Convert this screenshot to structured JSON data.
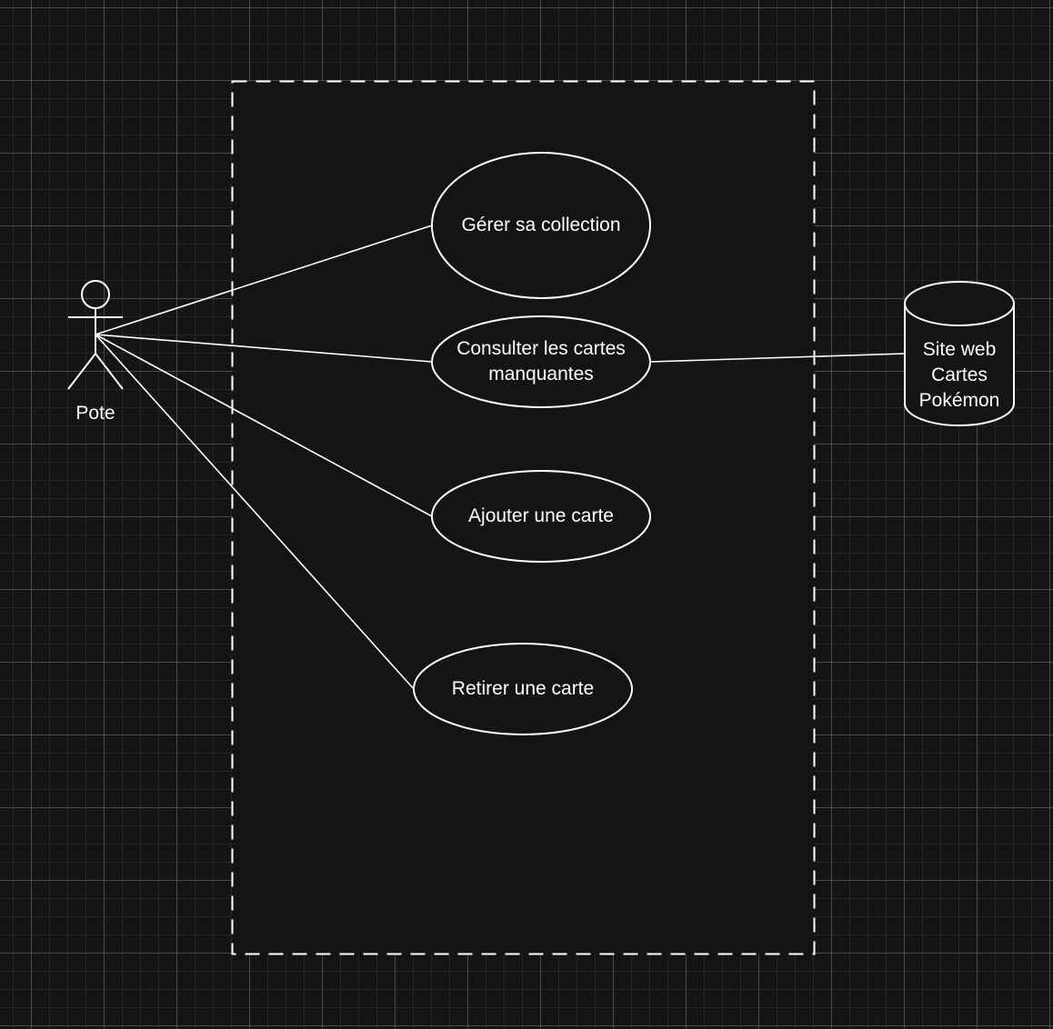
{
  "actor": {
    "label": "Pote"
  },
  "use_cases": [
    {
      "label": "Gérer sa collection"
    },
    {
      "label": "Consulter les cartes manquantes"
    },
    {
      "label": "Ajouter une carte"
    },
    {
      "label": "Retirer une carte"
    }
  ],
  "external_system": {
    "label": "Site web Cartes Pokémon"
  },
  "colors": {
    "background": "#141414",
    "stroke": "#ffffff"
  }
}
